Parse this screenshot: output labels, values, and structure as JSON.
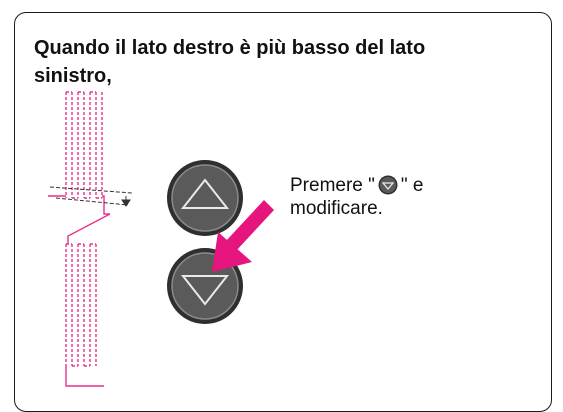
{
  "heading": {
    "line1": "Quando il lato destro è più basso del lato",
    "line2": "sinistro,"
  },
  "instruction": {
    "before": "Premere \"",
    "after": "\" e",
    "line2": "modificare."
  },
  "buttons": {
    "up_icon": "triangle-up-icon",
    "down_icon": "triangle-down-icon"
  },
  "colors": {
    "stitch": "#e8308c",
    "arrow": "#e6157e",
    "button_face": "#5a5a5a"
  }
}
